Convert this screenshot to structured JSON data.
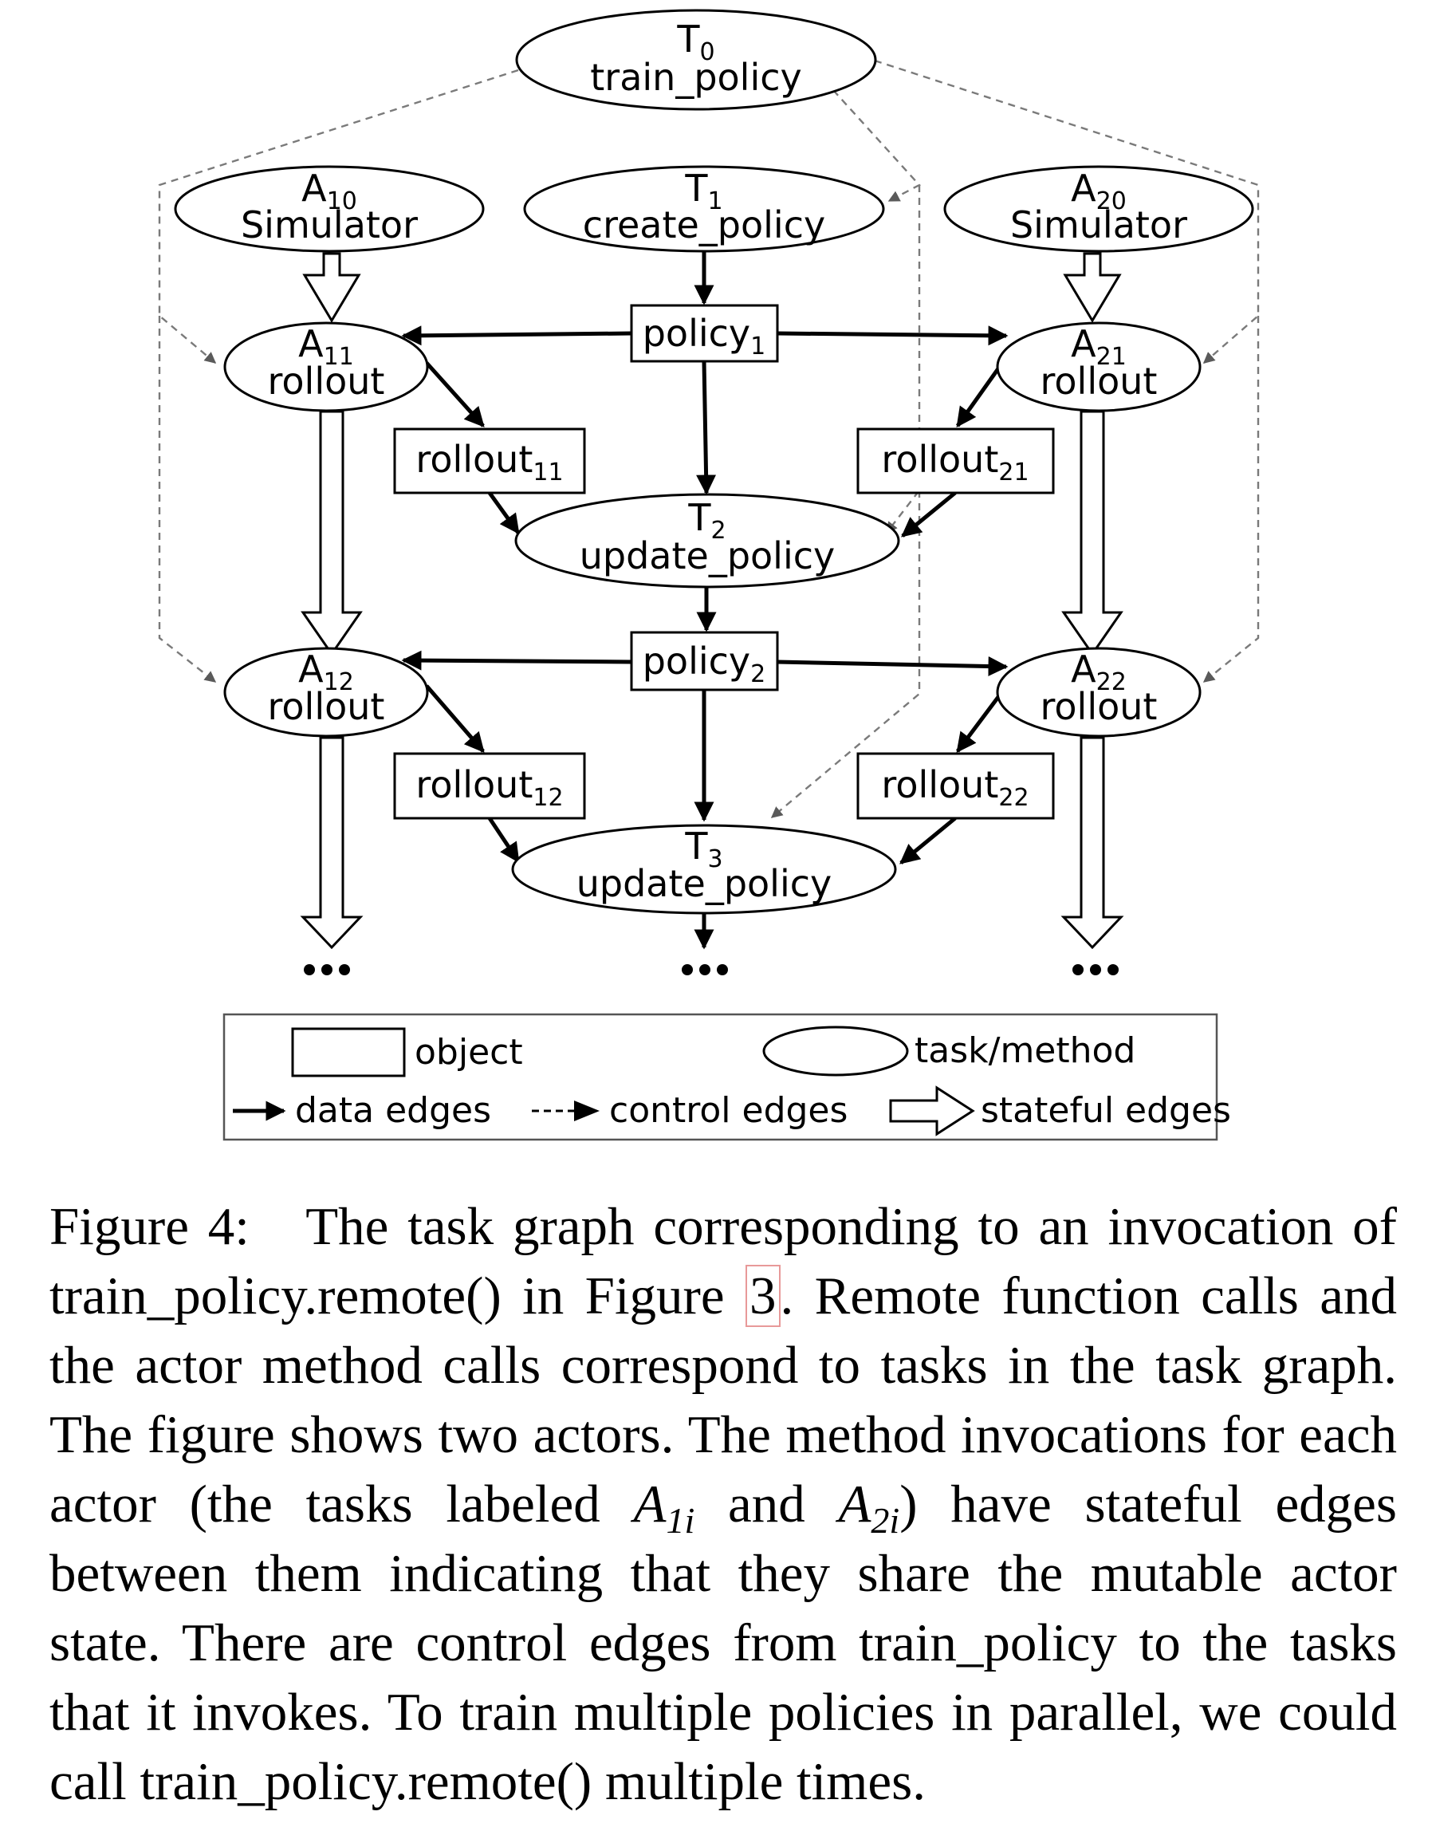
{
  "diagram": {
    "nodes": {
      "T0": {
        "letter": "T",
        "sub": "0",
        "label": "train_policy"
      },
      "A10": {
        "letter": "A",
        "sub": "10",
        "label": "Simulator"
      },
      "T1": {
        "letter": "T",
        "sub": "1",
        "label": "create_policy"
      },
      "A20": {
        "letter": "A",
        "sub": "20",
        "label": "Simulator"
      },
      "A11": {
        "letter": "A",
        "sub": "11",
        "label": "rollout"
      },
      "A21": {
        "letter": "A",
        "sub": "21",
        "label": "rollout"
      },
      "T2": {
        "letter": "T",
        "sub": "2",
        "label": "update_policy"
      },
      "A12": {
        "letter": "A",
        "sub": "12",
        "label": "rollout"
      },
      "A22": {
        "letter": "A",
        "sub": "22",
        "label": "rollout"
      },
      "T3": {
        "letter": "T",
        "sub": "3",
        "label": "update_policy"
      }
    },
    "objects": {
      "policy1": {
        "name": "policy",
        "sub": "1"
      },
      "rollout11": {
        "name": "rollout",
        "sub": "11"
      },
      "rollout21": {
        "name": "rollout",
        "sub": "21"
      },
      "policy2": {
        "name": "policy",
        "sub": "2"
      },
      "rollout12": {
        "name": "rollout",
        "sub": "12"
      },
      "rollout22": {
        "name": "rollout",
        "sub": "22"
      }
    },
    "continuation": "•••"
  },
  "legend": {
    "object": "object",
    "task": "task/method",
    "data_edges": "data edges",
    "control_edges": "control edges",
    "stateful_edges": "stateful edges"
  },
  "caption": {
    "label": "Figure 4:",
    "t1": "The task graph corresponding to an invocation of train_policy.remote() in Figure",
    "ref": "3",
    "t2": ". Remote function calls and the actor method calls correspond to tasks in the task graph. The figure shows two actors. The method invocations for each actor (the tasks labeled",
    "v1": "A",
    "v1sub": "1i",
    "and": "and",
    "v2": "A",
    "v2sub": "2i",
    "t3": ") have stateful edges between them indicating that they share the mutable actor state. There are control edges from train_policy to the tasks that it invokes. To train multiple policies in parallel, we could call train_policy.remote() multiple times."
  }
}
